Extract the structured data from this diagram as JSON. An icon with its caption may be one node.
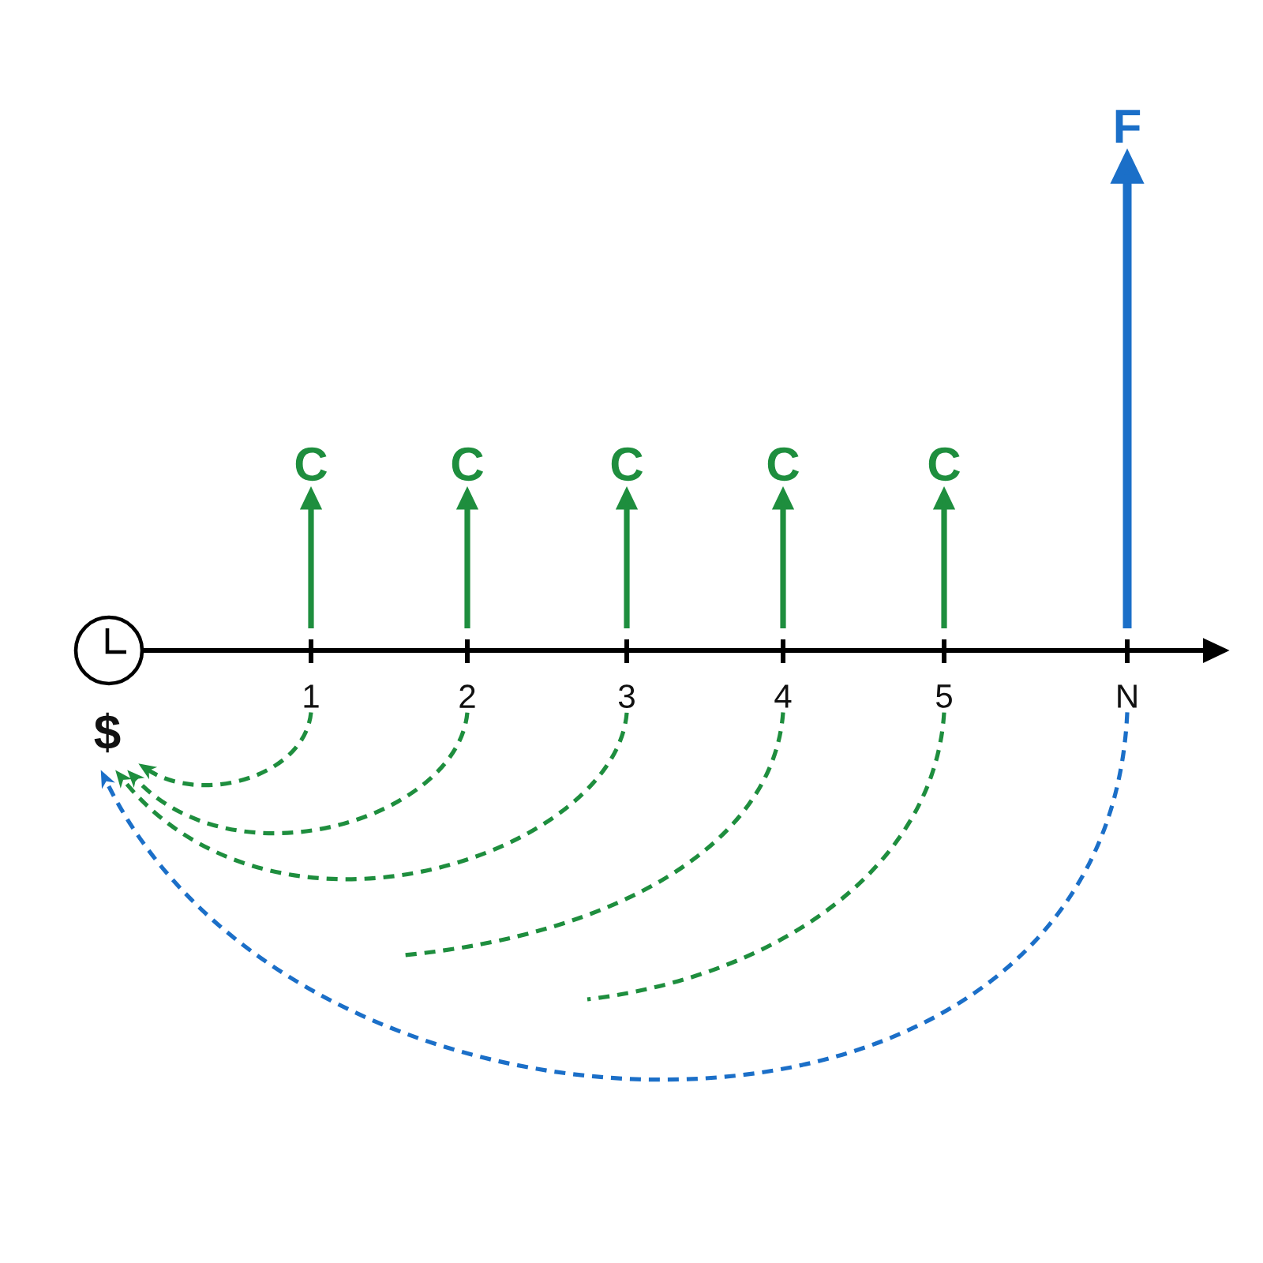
{
  "diagram": {
    "nodes": [
      {
        "text": [
          "F"
        ]
      },
      {
        "text": [
          "C"
        ]
      },
      {
        "text": [
          "C"
        ]
      },
      {
        "text": [
          "C"
        ]
      },
      {
        "text": [
          "C"
        ]
      },
      {
        "text": [
          "C"
        ]
      },
      {
        "text": [
          "1"
        ]
      },
      {
        "text": [
          "2"
        ]
      },
      {
        "text": [
          "3"
        ]
      },
      {
        "text": [
          "4"
        ]
      },
      {
        "text": [
          "5"
        ]
      },
      {
        "text": [
          "N"
        ]
      },
      {
        "text": [
          "$"
        ]
      }
    ],
    "edges": [
      {
        "from": null,
        "to": 1,
        "arrow": "to"
      },
      {
        "from": null,
        "to": 2,
        "arrow": "to"
      },
      {
        "from": null,
        "to": 3,
        "arrow": "to"
      },
      {
        "from": null,
        "to": 4,
        "arrow": "to"
      },
      {
        "from": null,
        "to": 5,
        "arrow": "to"
      },
      {
        "from": null,
        "to": 0,
        "arrow": "to",
        "style": "thick",
        "color": "#1b6fc8"
      },
      {
        "from": 6,
        "to": 12,
        "arrow": "to",
        "style": "dashed"
      },
      {
        "from": 7,
        "to": 12,
        "arrow": "to",
        "style": "dashed"
      },
      {
        "from": 8,
        "to": 12,
        "arrow": "to",
        "style": "dashed"
      },
      {
        "from": 9,
        "to": null,
        "arrow": "none",
        "style": "dashed"
      },
      {
        "from": 10,
        "to": null,
        "arrow": "none",
        "style": "dashed"
      },
      {
        "from": 11,
        "to": 12,
        "arrow": "to",
        "style": "dashed",
        "color": "#1b6fc8"
      }
    ]
  }
}
